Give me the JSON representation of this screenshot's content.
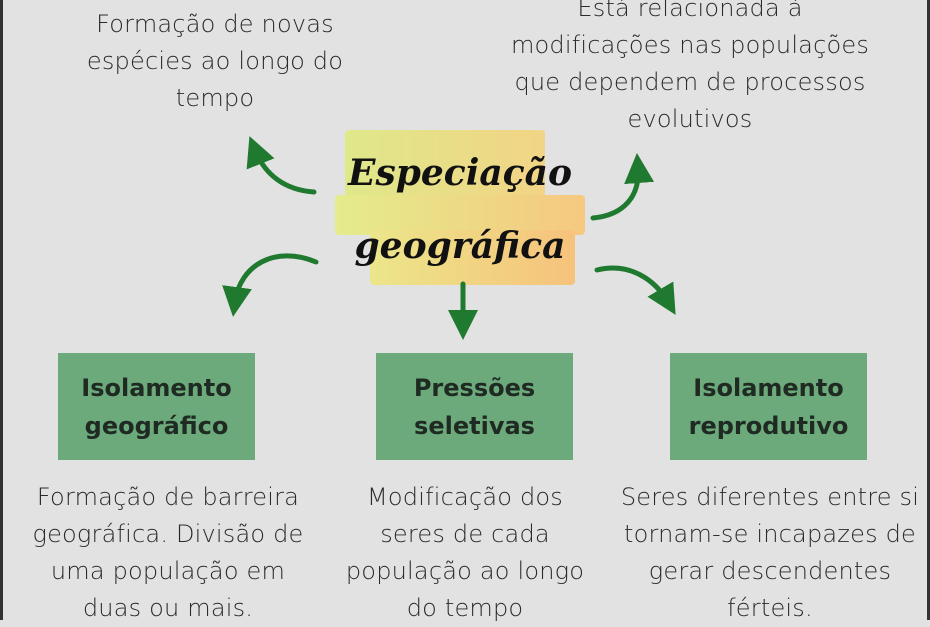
{
  "title": {
    "line1": "Especiação",
    "line2": "geográfica"
  },
  "top_left_note": "Formação de novas espécies ao longo do tempo",
  "top_right_note": "Está relacionada à modificações nas populações que dependem de processos evolutivos",
  "boxes": [
    {
      "label": "Isolamento geográfico",
      "description": "Formação de barreira geográfica. Divisão de uma população em duas ou mais."
    },
    {
      "label": "Pressões seletivas",
      "description": "Modificação dos seres de cada população ao longo do tempo"
    },
    {
      "label": "Isolamento reprodutivo",
      "description": "Seres diferentes entre si tornam-se incapazes de gerar descendentes férteis."
    }
  ],
  "colors": {
    "background": "#e2e2e2",
    "box": "#6caa7c",
    "arrow": "#1f7a30"
  }
}
